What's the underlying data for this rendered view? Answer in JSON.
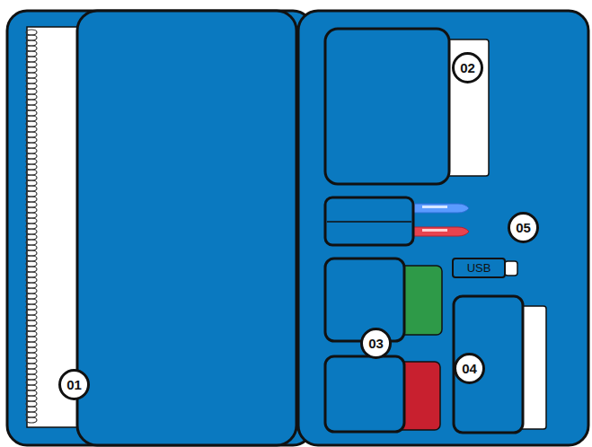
{
  "diagram": {
    "nodes": [
      {
        "text": [
          "01"
        ]
      },
      {
        "text": [
          "02"
        ]
      },
      {
        "text": [
          "05"
        ]
      },
      {
        "text": [
          "USB"
        ]
      },
      {
        "text": [
          "03"
        ]
      },
      {
        "text": [
          "04"
        ]
      }
    ]
  }
}
